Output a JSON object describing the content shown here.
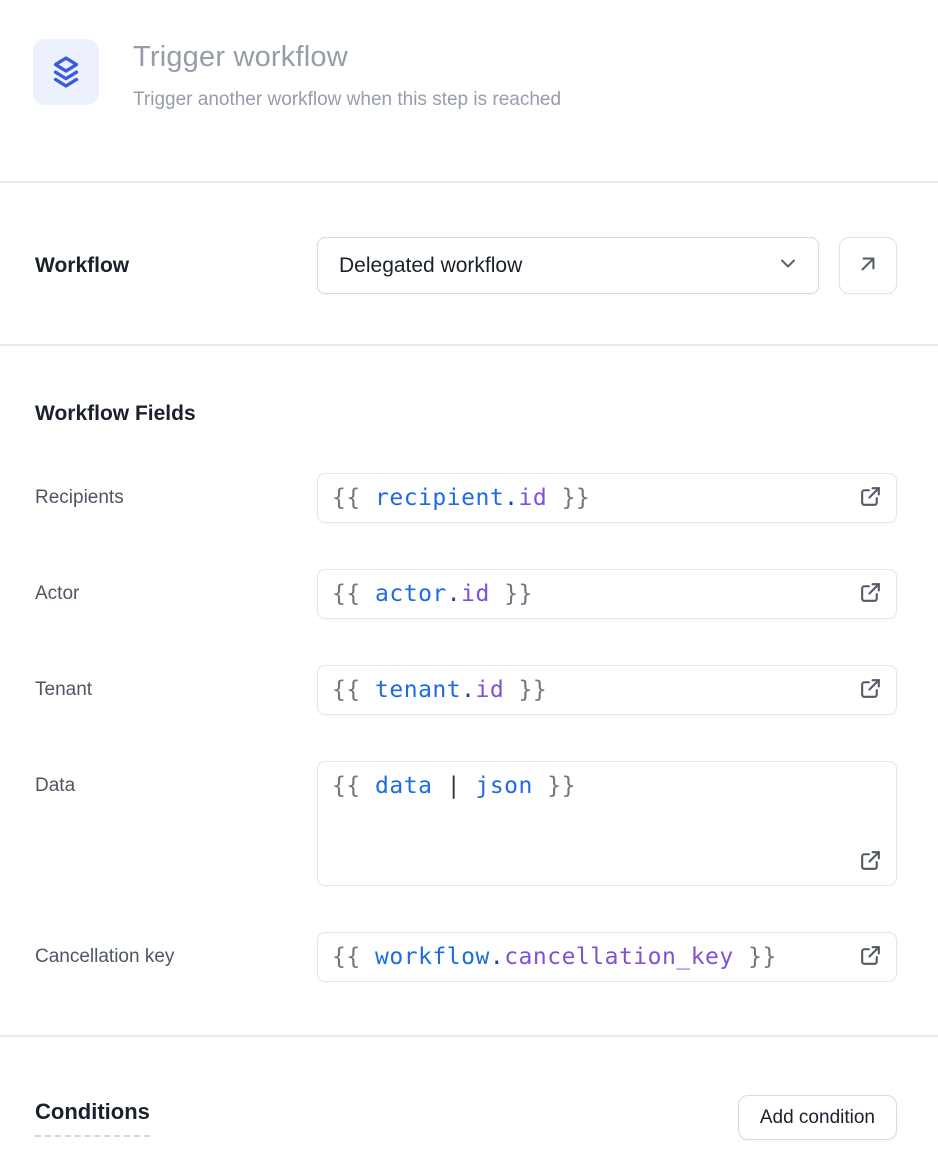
{
  "header": {
    "title": "Trigger workflow",
    "subtitle": "Trigger another workflow when this step is reached",
    "icon": "layers-icon"
  },
  "workflow_selector": {
    "label": "Workflow",
    "selected_value": "Delegated workflow",
    "chevron_icon": "chevron-down-icon",
    "open_button_icon": "arrow-up-right-icon"
  },
  "workflow_fields": {
    "heading": "Workflow Fields",
    "expand_icon": "external-link-icon",
    "fields": [
      {
        "label": "Recipients",
        "multiline": false,
        "tokens": [
          {
            "type": "brace",
            "text": "{{ "
          },
          {
            "type": "var",
            "text": "recipient"
          },
          {
            "type": "dot",
            "text": "."
          },
          {
            "type": "prop",
            "text": "id"
          },
          {
            "type": "brace",
            "text": " }}"
          }
        ]
      },
      {
        "label": "Actor",
        "multiline": false,
        "tokens": [
          {
            "type": "brace",
            "text": "{{ "
          },
          {
            "type": "var",
            "text": "actor"
          },
          {
            "type": "dot",
            "text": "."
          },
          {
            "type": "prop",
            "text": "id"
          },
          {
            "type": "brace",
            "text": " }}"
          }
        ]
      },
      {
        "label": "Tenant",
        "multiline": false,
        "tokens": [
          {
            "type": "brace",
            "text": "{{ "
          },
          {
            "type": "var",
            "text": "tenant"
          },
          {
            "type": "dot",
            "text": "."
          },
          {
            "type": "prop",
            "text": "id"
          },
          {
            "type": "brace",
            "text": " }}"
          }
        ]
      },
      {
        "label": "Data",
        "multiline": true,
        "tokens": [
          {
            "type": "brace",
            "text": "{{ "
          },
          {
            "type": "var",
            "text": "data"
          },
          {
            "type": "pipe",
            "text": " | "
          },
          {
            "type": "var",
            "text": "json"
          },
          {
            "type": "brace",
            "text": " }}"
          }
        ]
      },
      {
        "label": "Cancellation key",
        "multiline": false,
        "tokens": [
          {
            "type": "brace",
            "text": "{{ "
          },
          {
            "type": "var",
            "text": "workflow"
          },
          {
            "type": "dot",
            "text": "."
          },
          {
            "type": "prop",
            "text": "cancellation_key"
          },
          {
            "type": "brace",
            "text": " }}"
          }
        ]
      }
    ]
  },
  "conditions": {
    "heading": "Conditions",
    "add_button_label": "Add condition"
  },
  "colors": {
    "accent_blue": "#3b5bdb",
    "icon_box_bg": "#edf1fd",
    "muted_text": "#959cab",
    "label_text": "#4d5663",
    "dark_text": "#1a202c",
    "divider": "#e8e9ed",
    "token_brace": "#6e7681",
    "token_var": "#1d6ce0",
    "token_dot": "#1e40af",
    "token_prop": "#7e51d6",
    "token_pipe": "#2f3846"
  }
}
